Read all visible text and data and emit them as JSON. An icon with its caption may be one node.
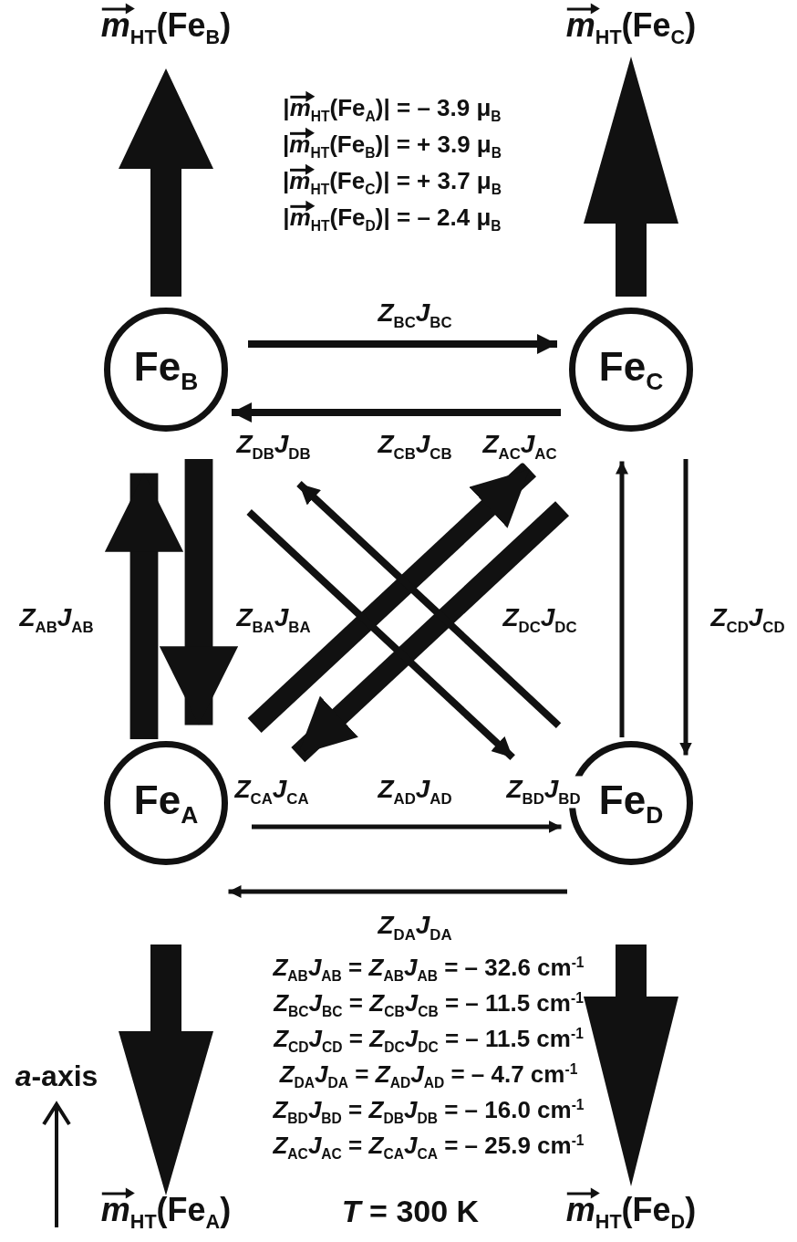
{
  "diagram": {
    "nodes": [
      {
        "text": [
          "Fe$_{A}$"
        ]
      },
      {
        "text": [
          "Fe$_{B}$"
        ]
      },
      {
        "text": [
          "Fe$_{C}$"
        ]
      },
      {
        "text": [
          "Fe$_{D}$"
        ]
      }
    ],
    "edges": [
      {
        "from": 1,
        "to": 2,
        "arrow": "to",
        "label": "*Z*$_{BC}$*J*$_{BC}$"
      },
      {
        "from": 2,
        "to": 1,
        "arrow": "to",
        "label": "*Z*$_{CB}$*J*$_{CB}$"
      },
      {
        "from": 0,
        "to": 1,
        "arrow": "to",
        "label": "*Z*$_{AB}$*J*$_{AB}$",
        "style": "thick"
      },
      {
        "from": 1,
        "to": 0,
        "arrow": "to",
        "label": "*Z*$_{BA}$*J*$_{BA}$",
        "style": "thick"
      },
      {
        "from": 2,
        "to": 3,
        "arrow": "to",
        "label": "*Z*$_{CD}$*J*$_{CD}$"
      },
      {
        "from": 3,
        "to": 2,
        "arrow": "to",
        "label": "*Z*$_{DC}$*J*$_{DC}$"
      },
      {
        "from": 0,
        "to": 3,
        "arrow": "to",
        "label": "*Z*$_{AD}$*J*$_{AD}$"
      },
      {
        "from": 3,
        "to": 0,
        "arrow": "to",
        "label": "*Z*$_{DA}$*J*$_{DA}$"
      },
      {
        "from": 0,
        "to": 2,
        "arrow": "to",
        "label": "*Z*$_{AC}$*J*$_{AC}$",
        "style": "thick"
      },
      {
        "from": 2,
        "to": 0,
        "arrow": "to",
        "label": "*Z*$_{CA}$*J*$_{CA}$",
        "style": "thick"
      },
      {
        "from": 3,
        "to": 1,
        "arrow": "to",
        "label": "*Z*$_{DB}$*J*$_{DB}$"
      },
      {
        "from": 1,
        "to": 3,
        "arrow": "to",
        "label": "*Z*$_{BD}$*J*$_{BD}$"
      }
    ],
    "labels": [
      "*m*$_{HT}$(Fe$_{B}$)",
      "*m*$_{HT}$(Fe$_{C}$)",
      "|*m*$_{HT}$(Fe$_{A}$)| = – 3.9 μ$_{B}$",
      "|*m*$_{HT}$(Fe$_{B}$)| = + 3.9 μ$_{B}$",
      "|*m*$_{HT}$(Fe$_{C}$)| = + 3.7 μ$_{B}$",
      "|*m*$_{HT}$(Fe$_{D}$)| = – 2.4 μ$_{B}$",
      "*Z*$_{AB}$*J*$_{AB}$ = *Z*$_{AB}$*J*$_{AB}$ = – 32.6 cm$^{-1}$",
      "*Z*$_{BC}$*J*$_{BC}$ = *Z*$_{CB}$*J*$_{CB}$ = – 11.5 cm$^{-1}$",
      "*Z*$_{CD}$*J*$_{CD}$ = *Z*$_{DC}$*J*$_{DC}$ = – 11.5 cm$^{-1}$",
      "*Z*$_{DA}$*J*$_{DA}$ = *Z*$_{AD}$*J*$_{AD}$ = – 4.7 cm$^{-1}$",
      "*Z*$_{BD}$*J*$_{BD}$ = *Z*$_{DB}$*J*$_{DB}$ = – 16.0 cm$^{-1}$",
      "*Z*$_{AC}$*J*$_{AC}$ = *Z*$_{CA}$*J*$_{CA}$ = – 25.9 cm$^{-1}$",
      "*a*-axis",
      "*m*$_{HT}$(Fe$_{A}$)",
      "*T* = 300 K",
      "*m*$_{HT}$(Fe$_{D}$)"
    ]
  }
}
